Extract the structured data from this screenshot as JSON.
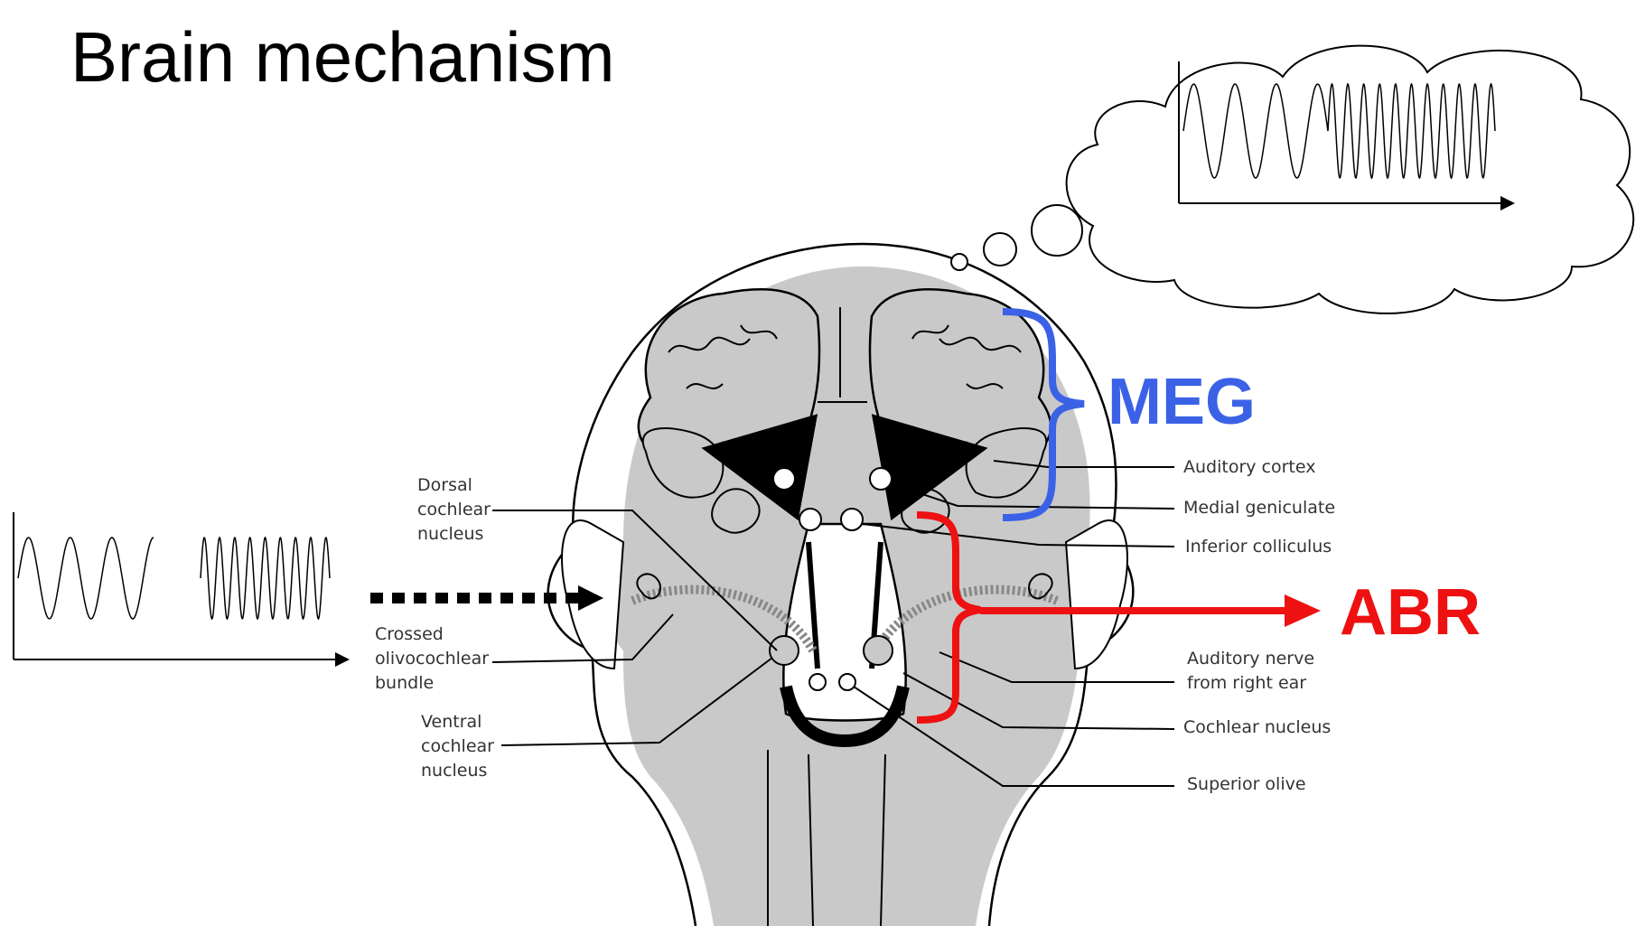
{
  "title": "Brain mechanism",
  "labels": {
    "dorsal_cochlear_nucleus": [
      "Dorsal",
      "cochlear",
      "nucleus"
    ],
    "crossed_olivocochlear_bundle": [
      "Crossed",
      "olivocochlear",
      "bundle"
    ],
    "ventral_cochlear_nucleus": [
      "Ventral",
      "cochlear",
      "nucleus"
    ],
    "auditory_cortex": "Auditory cortex",
    "medial_geniculate": "Medial geniculate",
    "inferior_colliculus": "Inferior colliculus",
    "auditory_nerve": [
      "Auditory nerve",
      "from right ear"
    ],
    "cochlear_nucleus": "Cochlear nucleus",
    "superior_olive": "Superior olive"
  },
  "annotations": {
    "meg": "MEG",
    "abr": "ABR"
  },
  "colors": {
    "meg": "#3b62e6",
    "abr": "#ee1111",
    "head_fill": "#c9c9c9",
    "line": "#000000"
  }
}
